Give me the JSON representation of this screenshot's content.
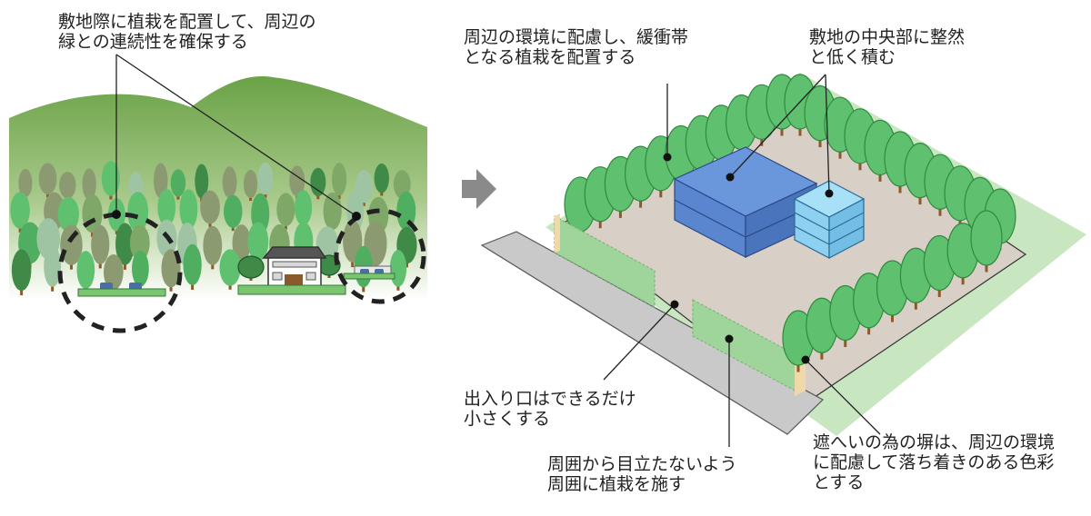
{
  "labels": {
    "left_annotation": [
      "敷地際に植栽を配置して、周辺の",
      "緑との連続性を確保する"
    ],
    "buffer_planting": [
      "周辺の環境に配慮し、緩衝帯",
      "となる植栽を配置する"
    ],
    "central_building": [
      "敷地の中央部に整然",
      "と低く積む"
    ],
    "entrance": [
      "出入り口はできるだけ",
      "小さくする"
    ],
    "surrounding_planting": [
      "周囲から目立たないよう",
      "周囲に植栽を施す"
    ],
    "fence": [
      "遮へいの為の塀は、周辺の環境",
      "に配慮して落ち着きのある色彩",
      "とする"
    ]
  },
  "colors": {
    "tree_light": "#5fc16f",
    "tree_dark": "#3e8a46",
    "tree_muted": "#8c9a72",
    "tree_pale": "#9fc4a4",
    "ground": "#d8d0c6",
    "lawn": "#c8e6c0",
    "road": "#c9c9c9",
    "building_blue": "#5a86cf",
    "building_sky": "#8dd0f0",
    "fence": "#9fd49a",
    "fence_post": "#f0d8a8",
    "arrow": "#8a8a8a",
    "text": "#222222"
  },
  "icons": [
    "arrow-right-icon",
    "house-icon",
    "car-icon"
  ]
}
